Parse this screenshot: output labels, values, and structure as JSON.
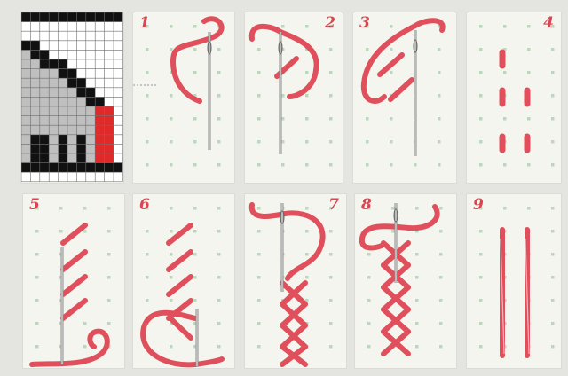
{
  "steps": [
    {
      "number": "1"
    },
    {
      "number": "2"
    },
    {
      "number": "3"
    },
    {
      "number": "4"
    },
    {
      "number": "5"
    },
    {
      "number": "6"
    },
    {
      "number": "7"
    },
    {
      "number": "8"
    },
    {
      "number": "9"
    }
  ],
  "colors": {
    "thread": "#e0505c",
    "canvas": "#f4f5ee",
    "hole": "#bcd8bc",
    "chart_red": "#e02a2a",
    "chart_black": "#111111",
    "chart_gray": "#bfbfbf"
  },
  "icons": {
    "needle": "needle-icon"
  }
}
